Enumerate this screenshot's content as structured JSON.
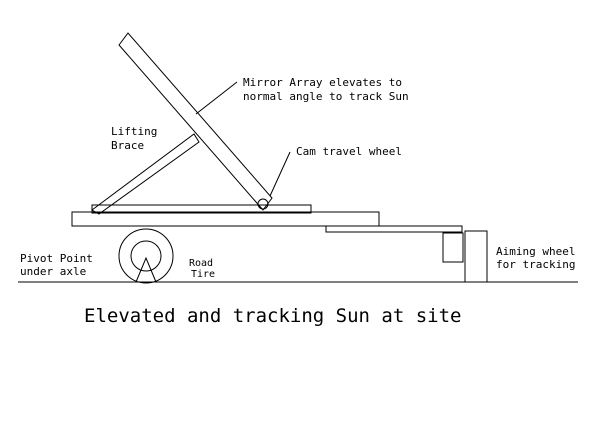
{
  "labels": {
    "mirror_array": [
      "Mirror Array elevates to",
      "normal angle to track Sun"
    ],
    "lifting_brace": [
      "Lifting",
      "Brace"
    ],
    "cam_wheel": "Cam travel wheel",
    "pivot_point": [
      "Pivot Point",
      "under axle"
    ],
    "road_tire": [
      "Road",
      "Tire"
    ],
    "aiming_wheel": [
      "Aiming wheel",
      "for tracking"
    ]
  },
  "caption": "Elevated and tracking Sun at site",
  "colors": {
    "line": "#000000",
    "background": "#ffffff"
  }
}
